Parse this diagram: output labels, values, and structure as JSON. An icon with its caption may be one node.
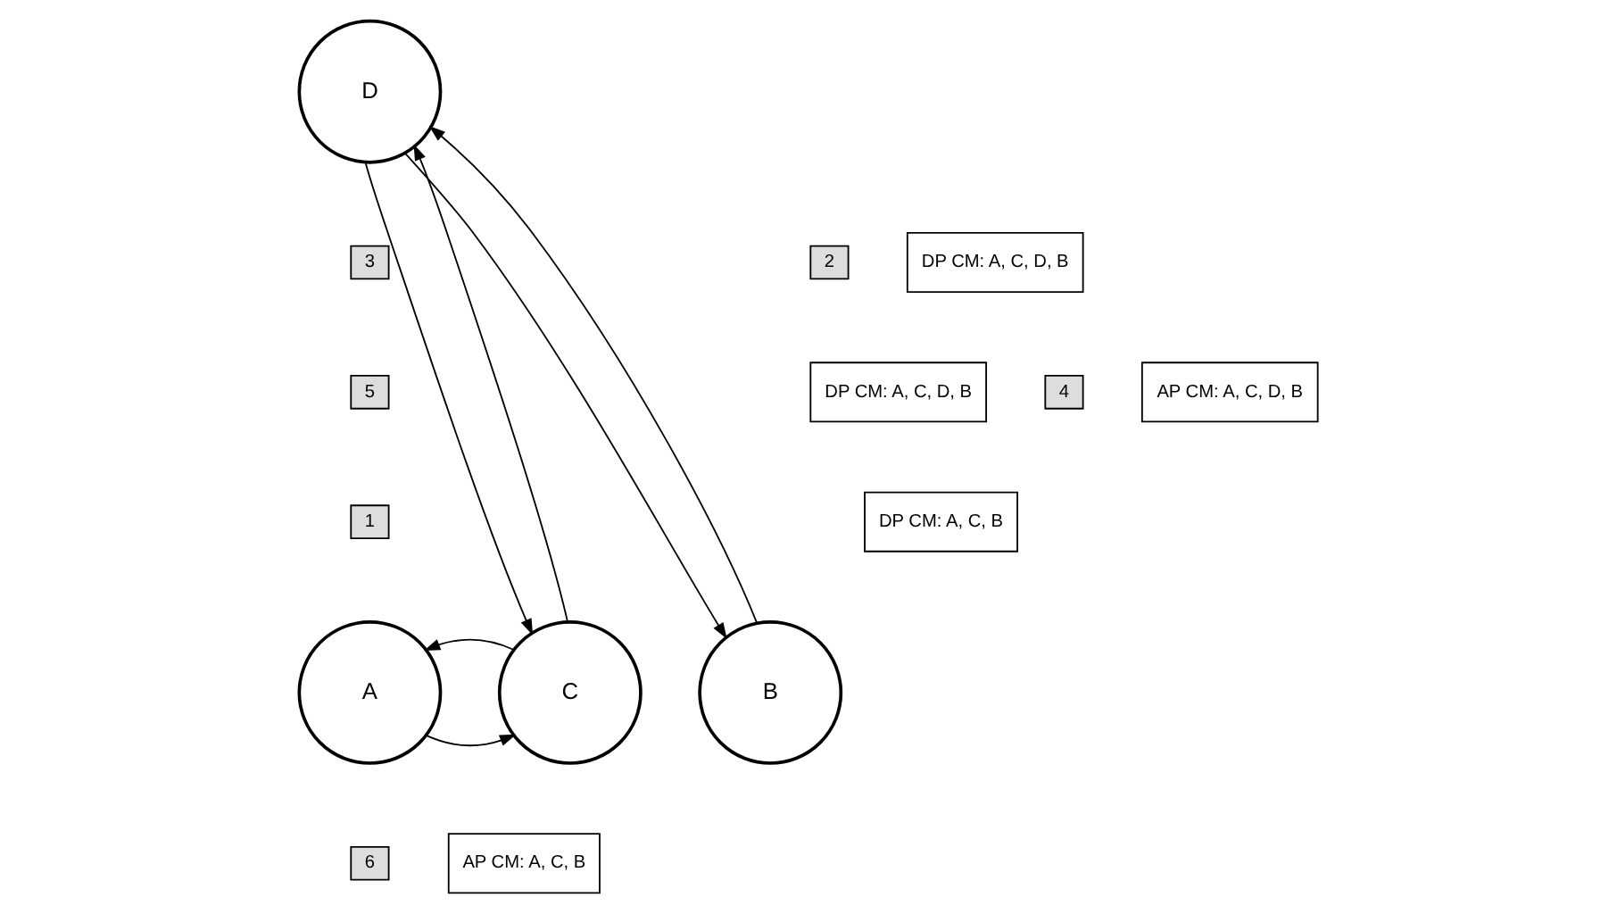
{
  "diagram": {
    "nodes": [
      {
        "text": [
          "D"
        ]
      },
      {
        "text": [
          "3"
        ]
      },
      {
        "text": [
          "2"
        ]
      },
      {
        "text": [
          "DP CM: A, C, D, B"
        ]
      },
      {
        "text": [
          "5"
        ]
      },
      {
        "text": [
          "DP CM: A, C, D, B"
        ]
      },
      {
        "text": [
          "4"
        ]
      },
      {
        "text": [
          "AP CM: A, C, D, B"
        ]
      },
      {
        "text": [
          "1"
        ]
      },
      {
        "text": [
          "DP CM: A, C, B"
        ]
      },
      {
        "text": [
          "A"
        ]
      },
      {
        "text": [
          "C"
        ]
      },
      {
        "text": [
          "B"
        ]
      },
      {
        "text": [
          "6"
        ]
      },
      {
        "text": [
          "AP CM: A, C, B"
        ]
      }
    ],
    "edges": [
      {
        "from": 10,
        "to": 11,
        "arrow": "to"
      },
      {
        "from": 11,
        "to": 0,
        "arrow": "to"
      },
      {
        "from": 0,
        "to": 12,
        "arrow": "to"
      },
      {
        "from": 12,
        "to": 0,
        "arrow": "to"
      },
      {
        "from": 0,
        "to": 11,
        "arrow": "to"
      },
      {
        "from": 11,
        "to": 10,
        "arrow": "to"
      }
    ]
  }
}
